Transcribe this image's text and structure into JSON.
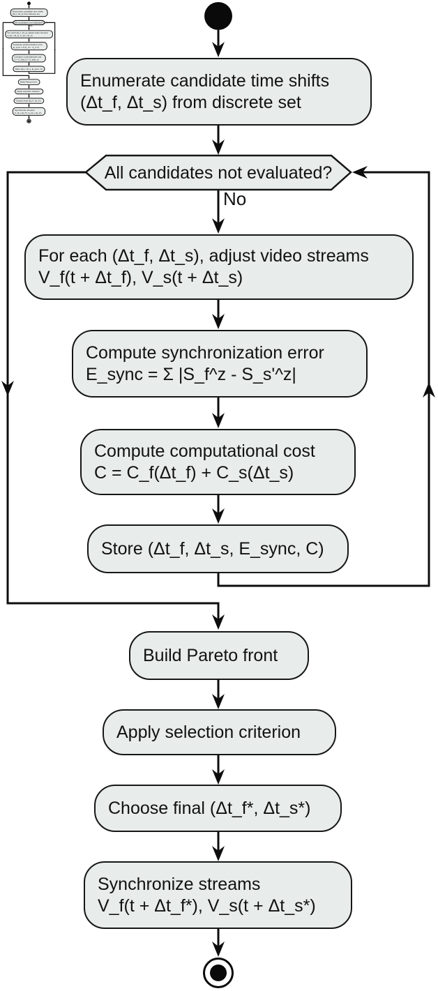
{
  "diagram": {
    "type": "activity-flowchart",
    "nodes": {
      "enumerate": {
        "label": "Enumerate candidate time shifts\n(Δt_f, Δt_s) from discrete set"
      },
      "decision": {
        "label": "All candidates not evaluated?"
      },
      "foreach": {
        "label": "For each (Δt_f, Δt_s), adjust video streams\nV_f(t + Δt_f), V_s(t + Δt_s)"
      },
      "sync_error": {
        "label": "Compute synchronization error\nE_sync = Σ |S_f^z - S_s'^z|"
      },
      "cost": {
        "label": "Compute computational cost\nC = C_f(Δt_f) + C_s(Δt_s)"
      },
      "store": {
        "label": "Store (Δt_f, Δt_s, E_sync, C)"
      },
      "pareto": {
        "label": "Build Pareto front"
      },
      "selection": {
        "label": "Apply selection criterion"
      },
      "choose": {
        "label": "Choose final (Δt_f*, Δt_s*)"
      },
      "synchronize": {
        "label": "Synchronize streams\nV_f(t + Δt_f*), V_s(t + Δt_s*)"
      }
    },
    "edge_labels": {
      "no": "No"
    },
    "colors": {
      "node_fill": "#e8eceb",
      "node_stroke": "#161616",
      "edge": "#0d0d0d",
      "text": "#111111",
      "background": "#ffffff"
    }
  }
}
